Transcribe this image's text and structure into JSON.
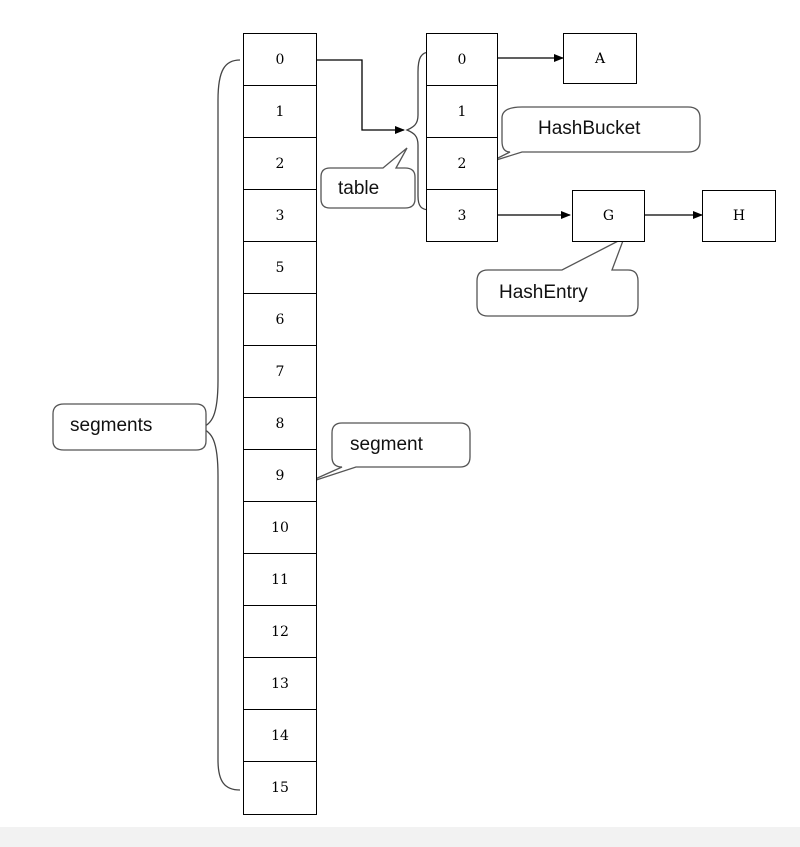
{
  "segments": {
    "label": "segments",
    "cells": [
      "0",
      "1",
      "2",
      "3",
      "5",
      "6",
      "7",
      "8",
      "9",
      "10",
      "11",
      "12",
      "13",
      "14",
      "15"
    ]
  },
  "table": {
    "label": "table",
    "cells": [
      "0",
      "1",
      "2",
      "3"
    ]
  },
  "entries": {
    "a": "A",
    "g": "G",
    "h": "H"
  },
  "callouts": {
    "hash_bucket": "HashBucket",
    "hash_entry": "HashEntry",
    "segment": "segment"
  }
}
